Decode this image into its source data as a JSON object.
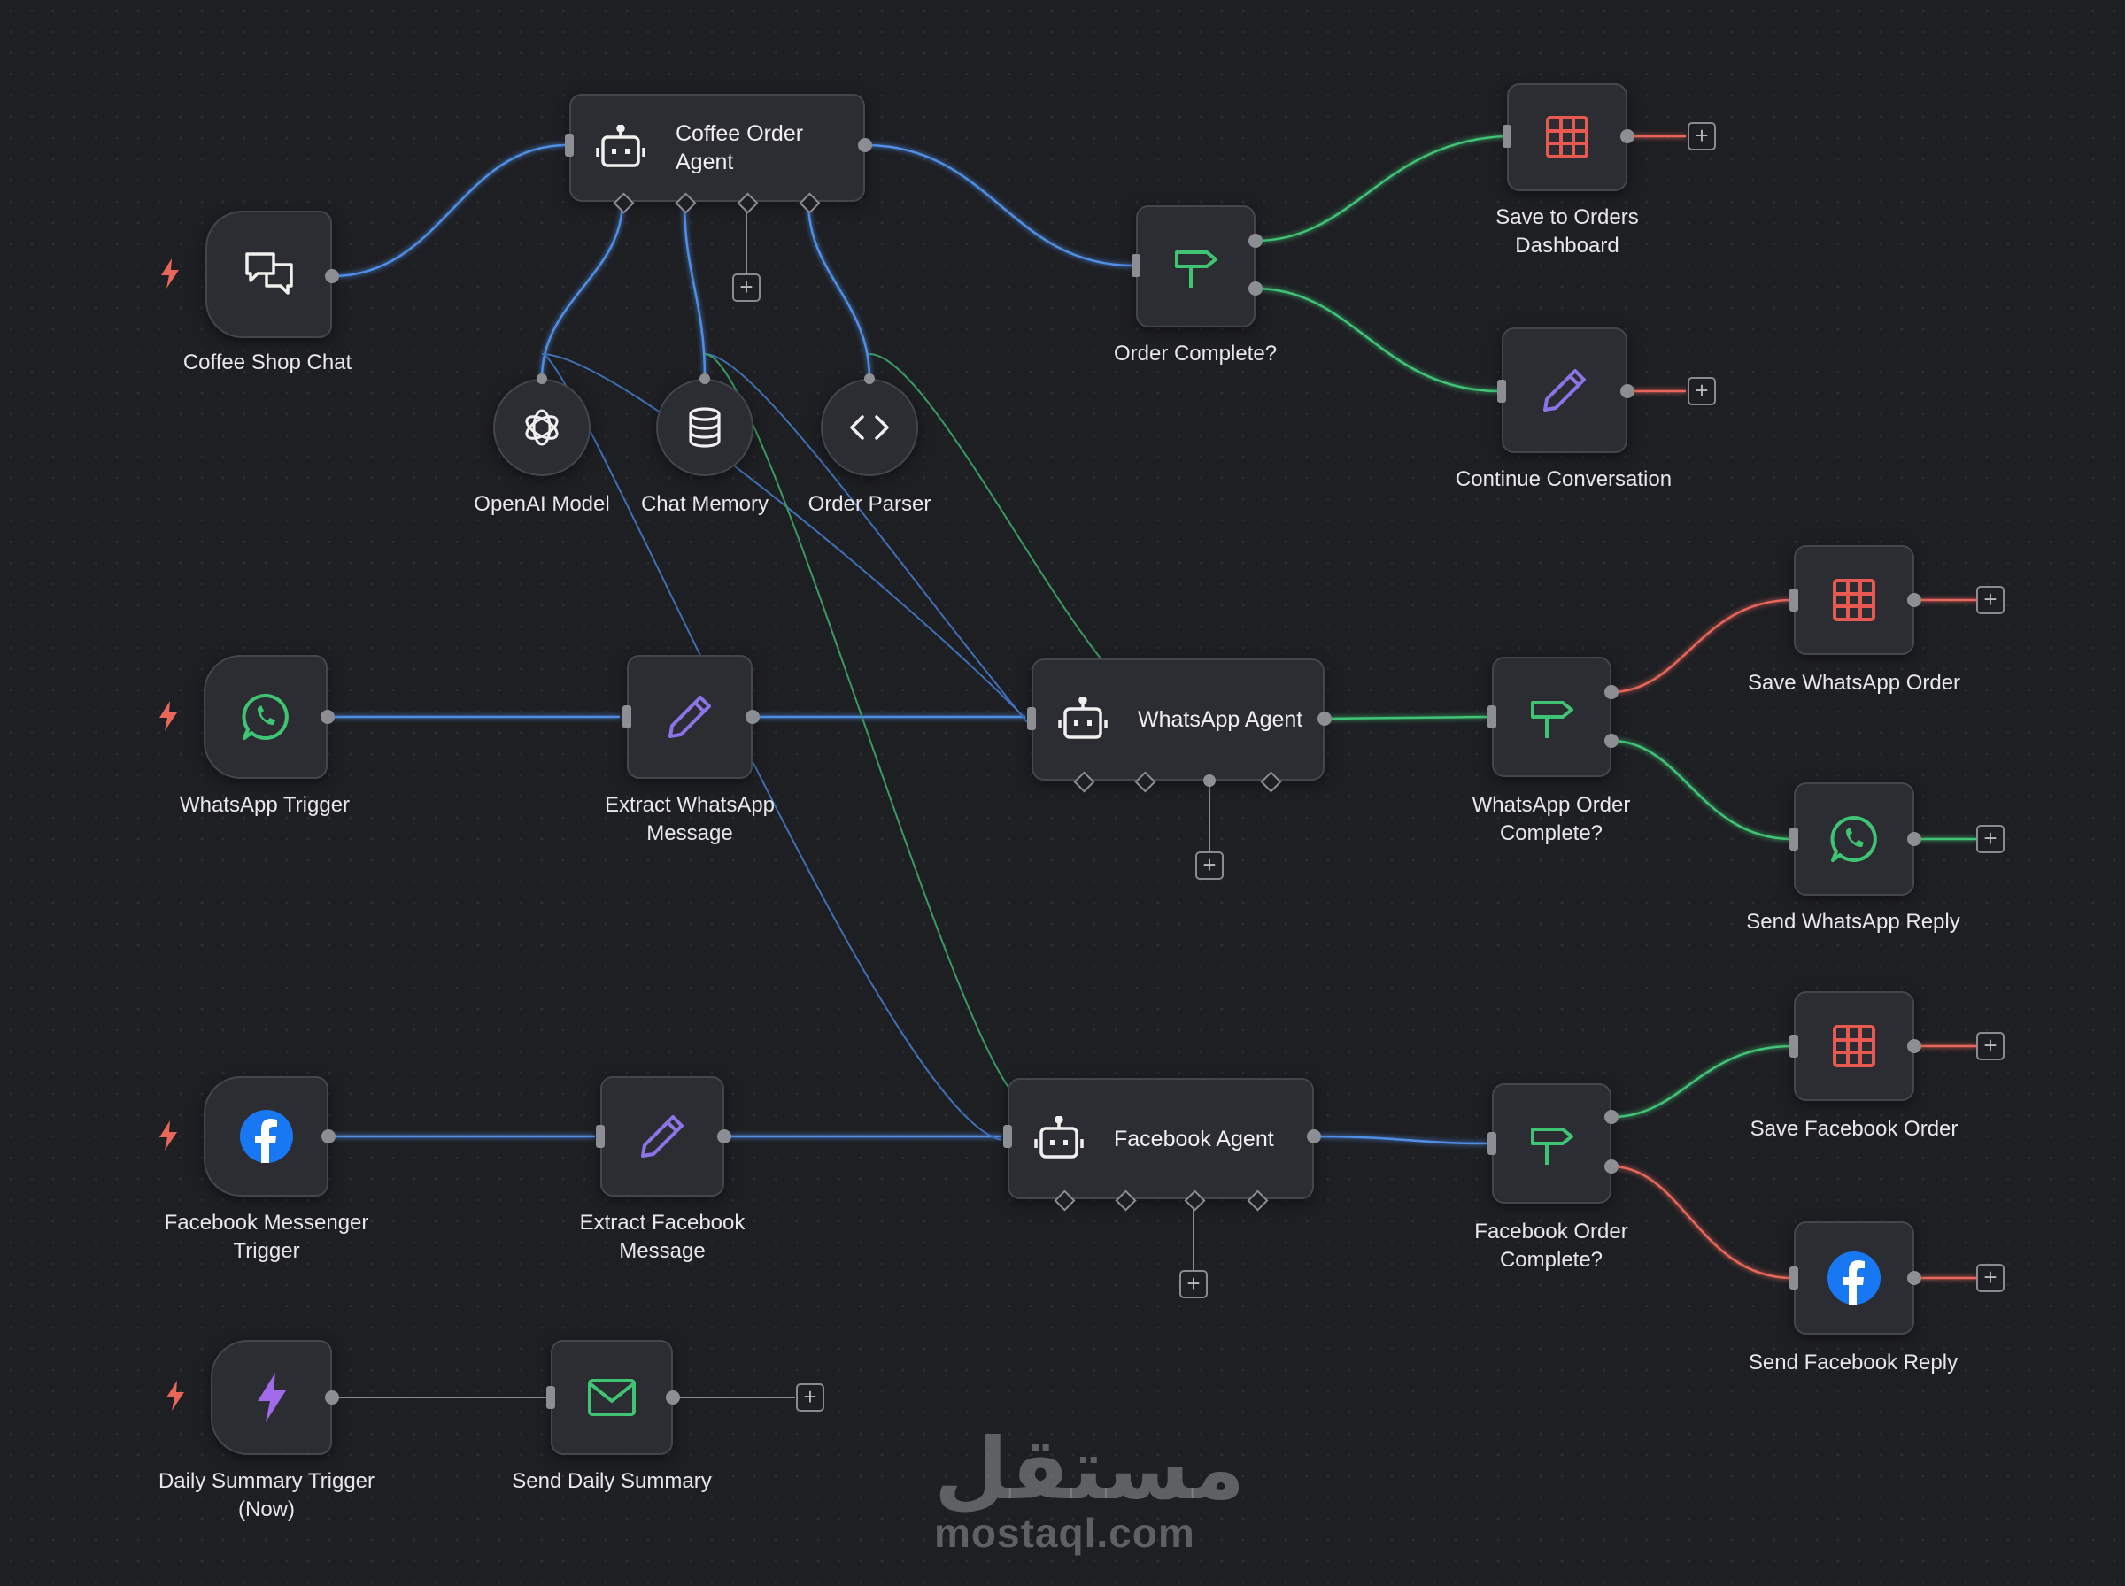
{
  "colors": {
    "background": "#1e1f23",
    "node_fill": "#2c2d32",
    "node_border": "#45464c",
    "wire_blue": "#4f8fe6",
    "wire_green": "#3fc474",
    "wire_red": "#e8665a",
    "trigger_bolt": "#e8665a",
    "whatsapp": "#3fc474",
    "facebook": "#1877f2",
    "sheet_red": "#e85a4f",
    "pencil_purple": "#8d74e6",
    "summary_bolt": "#a16ae8"
  },
  "nodes": {
    "coffee_shop_chat": {
      "label": "Coffee Shop Chat",
      "icon": "chat-icon"
    },
    "coffee_order_agent": {
      "label": "Coffee Order\nAgent",
      "icon": "robot-icon"
    },
    "openai_model": {
      "label": "OpenAI Model",
      "icon": "openai-icon"
    },
    "chat_memory": {
      "label": "Chat Memory",
      "icon": "database-icon"
    },
    "order_parser": {
      "label": "Order Parser",
      "icon": "code-icon"
    },
    "order_complete": {
      "label": "Order Complete?",
      "icon": "signpost-icon"
    },
    "save_to_orders": {
      "label": "Save to Orders\nDashboard",
      "icon": "table-icon"
    },
    "continue_conversation": {
      "label": "Continue Conversation",
      "icon": "pencil-icon"
    },
    "whatsapp_trigger": {
      "label": "WhatsApp Trigger",
      "icon": "whatsapp-icon"
    },
    "extract_whatsapp": {
      "label": "Extract WhatsApp\nMessage",
      "icon": "pencil-icon"
    },
    "whatsapp_agent": {
      "label": "WhatsApp Agent",
      "icon": "robot-icon"
    },
    "whatsapp_order_complete": {
      "label": "WhatsApp Order\nComplete?",
      "icon": "signpost-icon"
    },
    "save_whatsapp_order": {
      "label": "Save WhatsApp Order",
      "icon": "table-icon"
    },
    "send_whatsapp_reply": {
      "label": "Send WhatsApp Reply",
      "icon": "whatsapp-icon"
    },
    "facebook_trigger": {
      "label": "Facebook Messenger\nTrigger",
      "icon": "facebook-icon"
    },
    "extract_facebook": {
      "label": "Extract Facebook\nMessage",
      "icon": "pencil-icon"
    },
    "facebook_agent": {
      "label": "Facebook Agent",
      "icon": "robot-icon"
    },
    "facebook_order_complete": {
      "label": "Facebook Order\nComplete?",
      "icon": "signpost-icon"
    },
    "save_facebook_order": {
      "label": "Save Facebook Order",
      "icon": "table-icon"
    },
    "send_facebook_reply": {
      "label": "Send Facebook Reply",
      "icon": "facebook-icon"
    },
    "daily_summary_trigger": {
      "label": "Daily Summary Trigger\n(Now)",
      "icon": "bolt-icon"
    },
    "send_daily_summary": {
      "label": "Send Daily Summary",
      "icon": "mail-icon"
    }
  },
  "add_button_glyph": "+",
  "watermark": {
    "arabic": "مستقل",
    "latin": "mostaql.com"
  }
}
